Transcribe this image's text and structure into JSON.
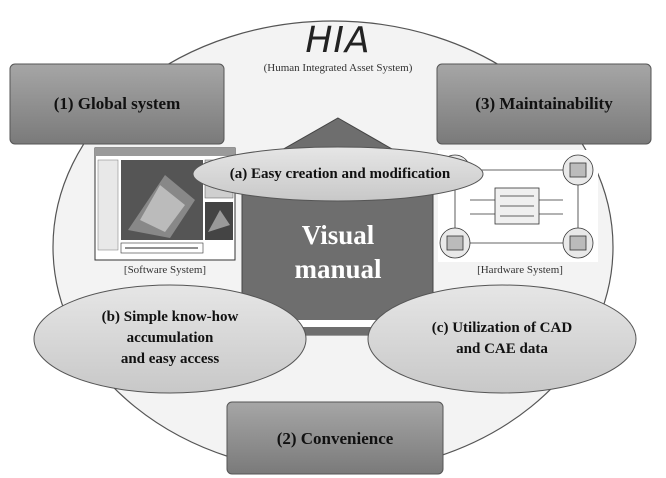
{
  "title": "HIA",
  "subtitle": "(Human Integrated Asset System)",
  "center_label": [
    "Visual",
    "manual"
  ],
  "boxes": {
    "global": "(1) Global system",
    "maintain": "(3) Maintainability",
    "convenience": "(2) Convenience"
  },
  "ovals": {
    "a": "(a) Easy creation and modification",
    "b": [
      "(b) Simple know-how",
      "accumulation",
      "and easy access"
    ],
    "c": [
      "(c) Utilization of CAD",
      "and CAE data"
    ]
  },
  "captions": {
    "software": "[Software System]",
    "hardware": "[Hardware System]"
  },
  "colors": {
    "box_fill": "#8c8c8c",
    "oval_fill": "#d9d9d9",
    "arrow_fill": "#6e6e6e",
    "outer_circle": "#f2f2f2"
  }
}
